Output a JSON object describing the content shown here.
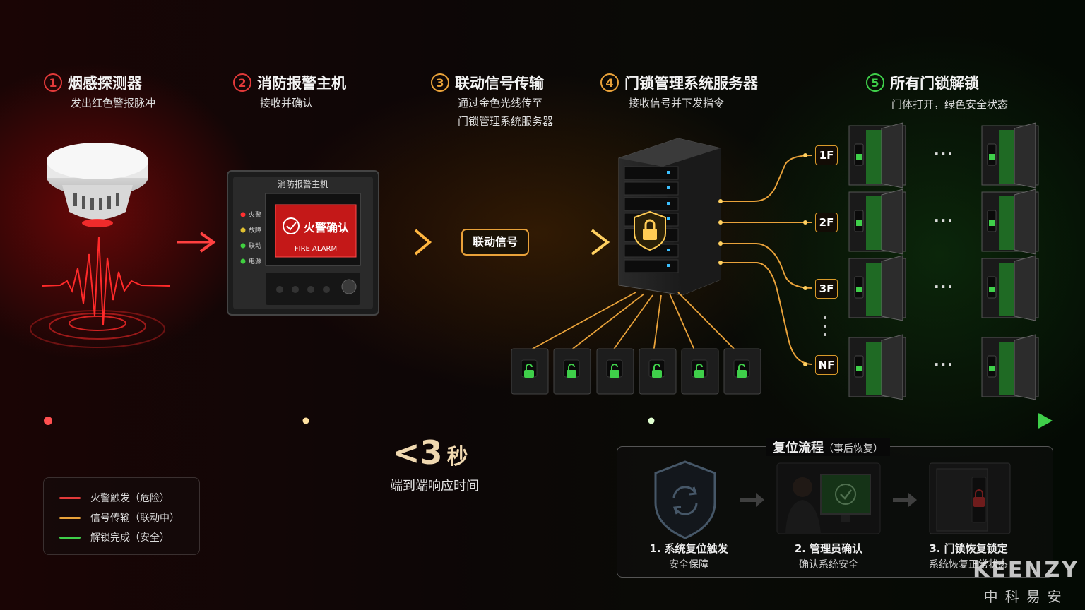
{
  "steps": [
    {
      "num": "1",
      "title": "烟感探测器",
      "sub": "发出红色警报脉冲",
      "color": "#e23a3a"
    },
    {
      "num": "2",
      "title": "消防报警主机",
      "sub": "接收并确认",
      "color": "#e23a3a"
    },
    {
      "num": "3",
      "title": "联动信号传输",
      "sub1": "通过金色光线传至",
      "sub2": "门锁管理系统服务器",
      "color": "#e9a23a"
    },
    {
      "num": "4",
      "title": "门锁管理系统服务器",
      "sub": "接收信号并下发指令",
      "color": "#e9a23a"
    },
    {
      "num": "5",
      "title": "所有门锁解锁",
      "sub": "门体打开，绿色安全状态",
      "color": "#3fcf4a"
    }
  ],
  "panel": {
    "title": "消防报警主机",
    "indicators": [
      "火警",
      "故障",
      "联动",
      "电源"
    ],
    "screen_main": "火警确认",
    "screen_sub": "FIRE ALARM"
  },
  "signal_label": "联动信号",
  "floors": [
    "1F",
    "2F",
    "3F",
    "NF"
  ],
  "floor_dots": "···",
  "timeline": {
    "big": "<3",
    "unit": "秒",
    "sub": "端到端响应时间"
  },
  "legend": [
    {
      "label": "火警触发（危险）",
      "color": "#e23a3a"
    },
    {
      "label": "信号传输（联动中）",
      "color": "#e9a23a"
    },
    {
      "label": "解锁完成（安全）",
      "color": "#3fcf4a"
    }
  ],
  "reset": {
    "title": "复位流程",
    "title_note": "（事后恢复）",
    "steps": [
      {
        "title": "1. 系统复位触发",
        "sub": "安全保障"
      },
      {
        "title": "2. 管理员确认",
        "sub": "确认系统安全"
      },
      {
        "title": "3. 门锁恢复锁定",
        "sub": "系统恢复正常状态"
      }
    ]
  },
  "brand": {
    "en": "KEENZY",
    "cn": "中科易安"
  },
  "colors": {
    "danger": "#e23a3a",
    "signal": "#e9a23a",
    "safe": "#3fcf4a"
  }
}
